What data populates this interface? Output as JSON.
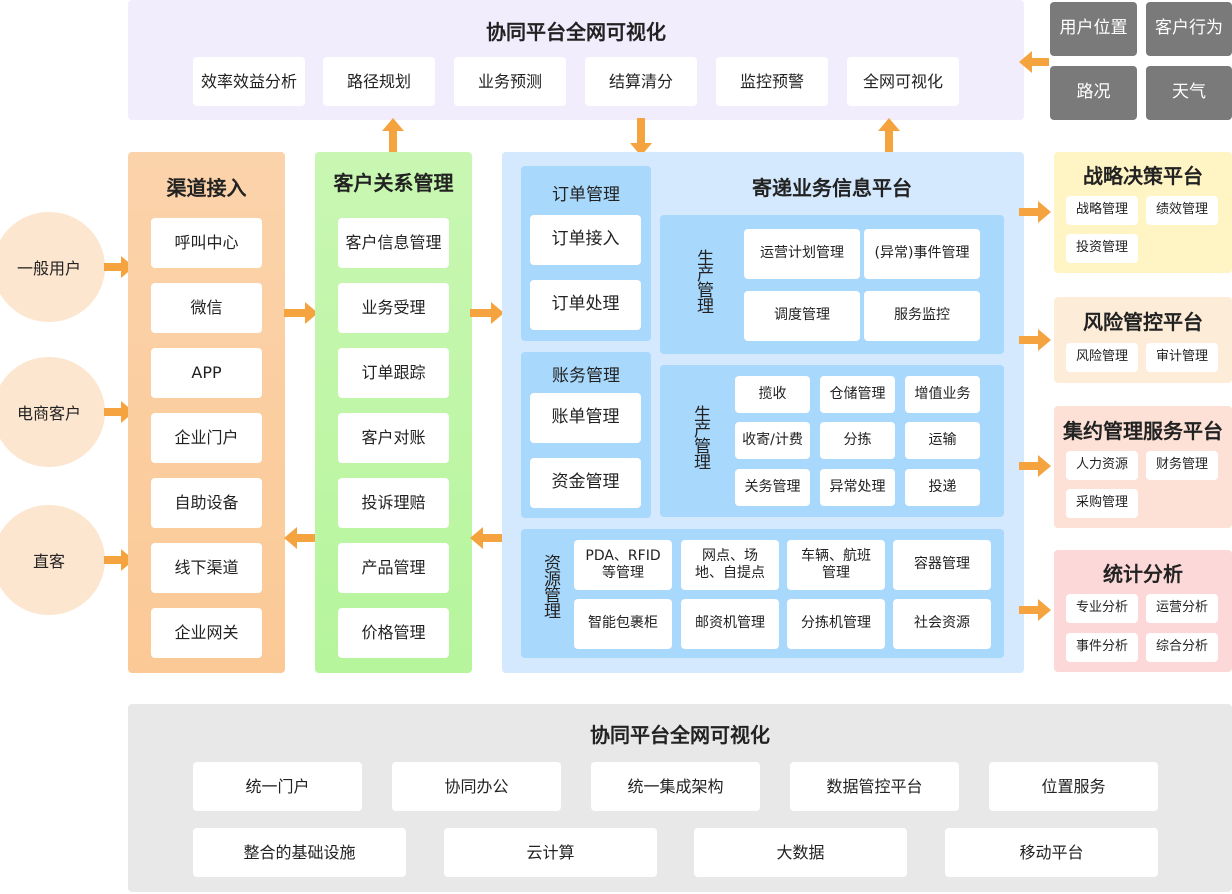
{
  "colors": {
    "arrow": "#f5a33f",
    "top_bg": "#f2edfd",
    "channel_bg": "#fbc996",
    "crm_bg": "#b6f59c",
    "platform_bg": "#d4e9fd",
    "sub_bg": "#a9d8fd",
    "gray": "#7a7a7a",
    "bottom_bg": "#e8e8e8"
  },
  "top": {
    "title": "协同平台全网可视化",
    "items": [
      "效率效益分析",
      "路径规划",
      "业务预测",
      "结算清分",
      "监控预警",
      "全网可视化"
    ]
  },
  "external": [
    "用户位置",
    "客户行为",
    "路况",
    "天气"
  ],
  "customers": [
    "一般用户",
    "电商客户",
    "直客"
  ],
  "channels": {
    "title": "渠道接入",
    "items": [
      "呼叫中心",
      "微信",
      "APP",
      "企业门户",
      "自助设备",
      "线下渠道",
      "企业网关"
    ]
  },
  "crm": {
    "title": "客户关系管理",
    "items": [
      "客户信息管理",
      "业务受理",
      "订单跟踪",
      "客户对账",
      "投诉理赔",
      "产品管理",
      "价格管理"
    ]
  },
  "platform": {
    "title": "寄递业务信息平台",
    "order": {
      "title": "订单管理",
      "items": [
        "订单接入",
        "订单处理"
      ]
    },
    "account": {
      "title": "账务管理",
      "items": [
        "账单管理",
        "资金管理"
      ]
    },
    "prod1": {
      "label": "生产管理",
      "items": [
        "运营计划管理",
        "(异常)事件管理",
        "调度管理",
        "服务监控"
      ]
    },
    "prod2": {
      "label": "生产管理",
      "items": [
        "揽收",
        "仓储管理",
        "增值业务",
        "收寄/计费",
        "分拣",
        "运输",
        "关务管理",
        "异常处理",
        "投递"
      ]
    },
    "resource": {
      "label": "资源管理",
      "items": [
        "PDA、RFID等管理",
        "网点、场地、自提点",
        "车辆、航班管理",
        "容器管理",
        "智能包裹柜",
        "邮资机管理",
        "分拣机管理",
        "社会资源"
      ]
    }
  },
  "right": [
    {
      "title": "战略决策平台",
      "items": [
        "战略管理",
        "绩效管理",
        "投资管理"
      ],
      "bg": "#fff5c4"
    },
    {
      "title": "风险管控平台",
      "items": [
        "风险管理",
        "审计管理"
      ],
      "bg": "#fdecd8"
    },
    {
      "title": "集约管理服务平台",
      "items": [
        "人力资源",
        "财务管理",
        "采购管理"
      ],
      "bg": "#fde1d7"
    },
    {
      "title": "统计分析",
      "items": [
        "专业分析",
        "运营分析",
        "事件分析",
        "综合分析"
      ],
      "bg": "#fdd8d9"
    }
  ],
  "bottom": {
    "title": "协同平台全网可视化",
    "row1": [
      "统一门户",
      "协同办公",
      "统一集成架构",
      "数据管控平台",
      "位置服务"
    ],
    "row2": [
      "整合的基础设施",
      "云计算",
      "大数据",
      "移动平台"
    ]
  }
}
